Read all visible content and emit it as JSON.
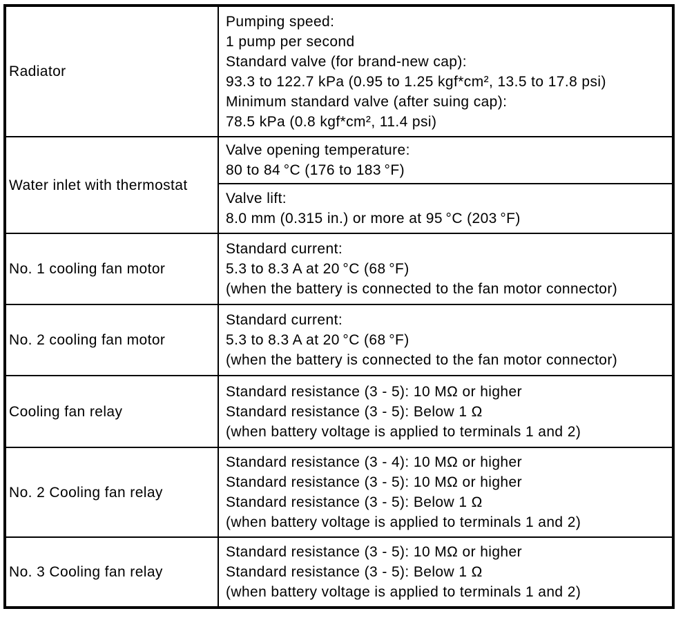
{
  "colors": {
    "border": "#000000",
    "text": "#000000",
    "background": "#ffffff"
  },
  "table": {
    "rows": [
      {
        "component": "Radiator",
        "spec": [
          "Pumping speed:",
          "1 pump per second",
          "Standard valve (for brand-new cap):",
          "93.3 to 122.7 kPa (0.95 to 1.25 kgf*cm², 13.5 to 17.8 psi)",
          "Minimum standard valve (after suing cap):",
          "78.5 kPa (0.8 kgf*cm², 11.4 psi)"
        ]
      },
      {
        "component": "Water inlet with thermostat",
        "spec_a": [
          "Valve opening temperature:",
          "80 to 84 °C (176 to 183 °F)"
        ],
        "spec_b": [
          "Valve lift:",
          "8.0 mm (0.315 in.) or more at 95 °C (203 °F)"
        ]
      },
      {
        "component": "No. 1 cooling fan motor",
        "spec": [
          "Standard current:",
          "5.3 to 8.3 A at 20 °C (68 °F)",
          "(when the battery is connected to the fan motor connector)"
        ]
      },
      {
        "component": "No. 2 cooling fan motor",
        "spec": [
          "Standard current:",
          "5.3 to 8.3 A at 20 °C (68 °F)",
          "(when the battery is connected to the fan motor connector)"
        ]
      },
      {
        "component": "Cooling fan relay",
        "spec": [
          "Standard resistance (3 - 5): 10 MΩ or higher",
          "Standard resistance (3 - 5): Below 1 Ω",
          "(when battery voltage is applied to terminals 1 and 2)"
        ]
      },
      {
        "component": "No. 2 Cooling fan relay",
        "spec": [
          "Standard resistance (3 - 4): 10 MΩ or higher",
          "Standard resistance (3 - 5): 10 MΩ or higher",
          "Standard resistance (3 - 5): Below 1 Ω",
          "(when battery voltage is applied to terminals 1 and 2)"
        ]
      },
      {
        "component": "No. 3 Cooling fan relay",
        "spec": [
          "Standard resistance (3 - 5): 10 MΩ or higher",
          "Standard resistance (3 - 5): Below 1 Ω",
          "(when battery voltage is applied to terminals 1 and 2)"
        ]
      }
    ]
  }
}
